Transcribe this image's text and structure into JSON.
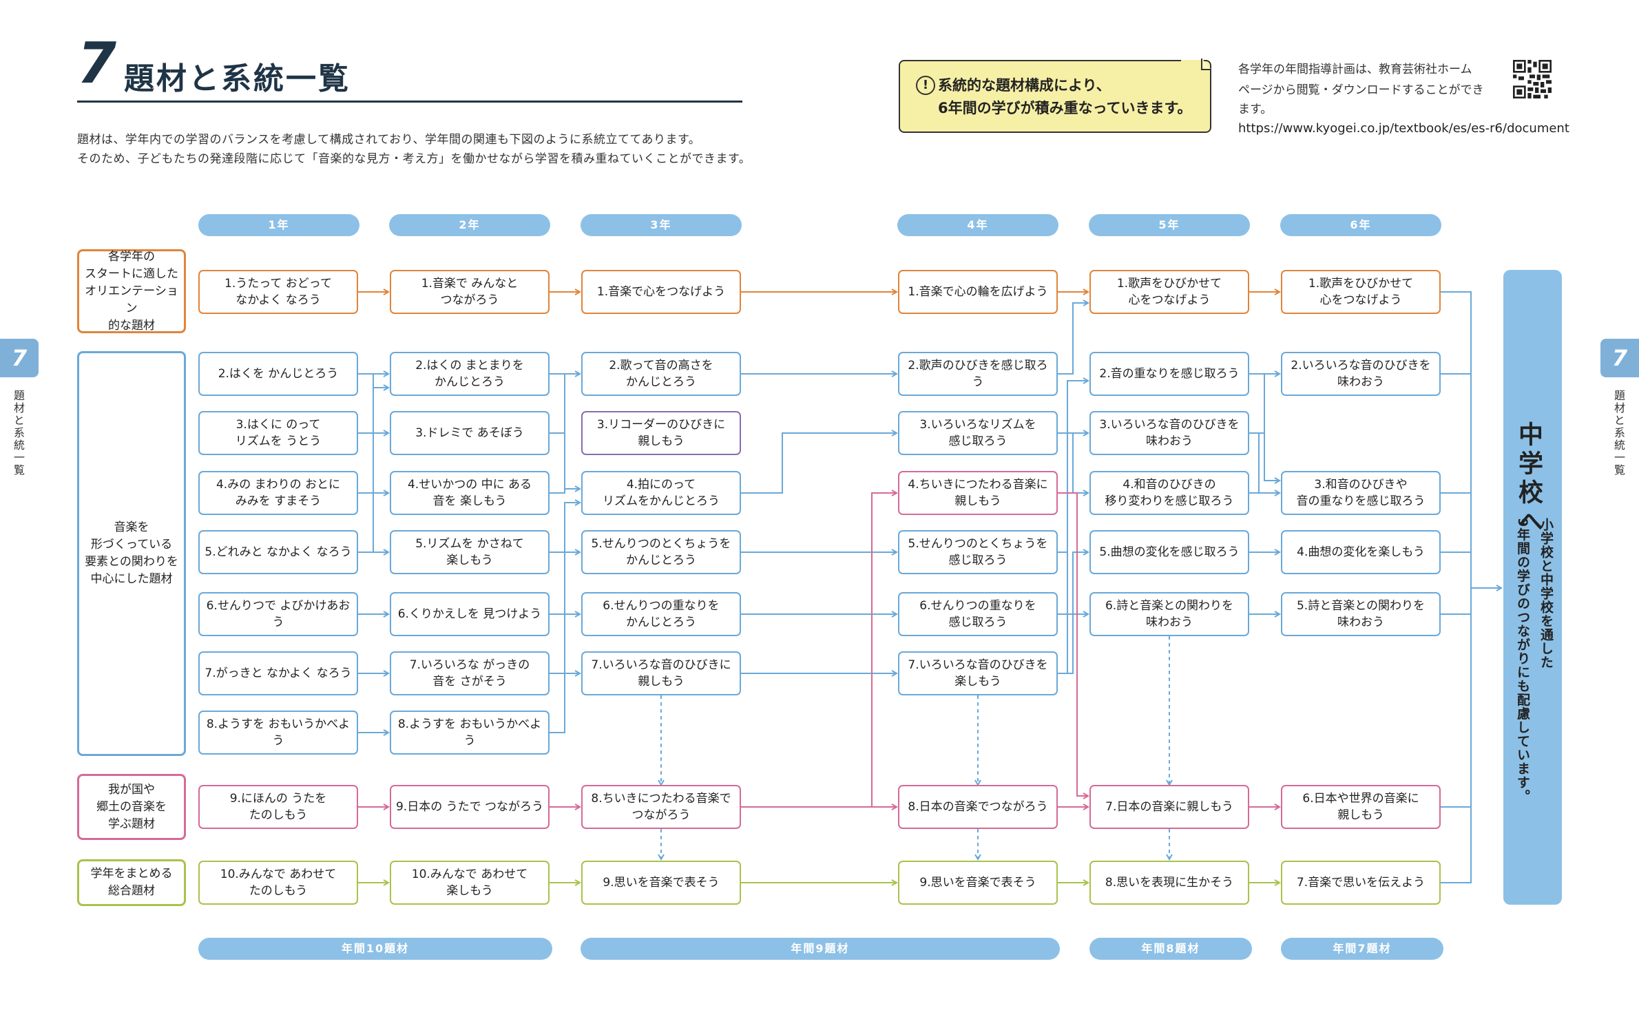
{
  "header": {
    "number": "7",
    "title": "題材と系統一覧",
    "intro": [
      "題材は、学年内での学習のバランスを考慮して構成されており、学年間の関連も下図のように系統立ててあります。",
      "そのため、子どもたちの発達段階に応じて「音楽的な見方・考え方」を働かせながら学習を積み重ねていくことができます。"
    ]
  },
  "note": {
    "icon": "!",
    "lines": [
      "系統的な題材構成により、",
      "6年間の学びが積み重なっていきます。"
    ]
  },
  "plan": {
    "lines": [
      "各学年の年間指導計画は、教育芸術社ホーム",
      "ページから閲覧・ダウンロードすることができ",
      "ます。"
    ],
    "url": "https://www.kyogei.co.jp/textbook/es/es-r6/document"
  },
  "side": {
    "number": "7",
    "label": "題材と系統一覧"
  },
  "grades": [
    "1年",
    "2年",
    "3年",
    "4年",
    "5年",
    "6年"
  ],
  "categories": [
    "各学年の\nスタートに適した\nオリエンテーション\n的な題材",
    "音楽を\n形づくっている\n要素との関わりを\n中心にした題材",
    "我が国や\n郷土の音楽を\n学ぶ題材",
    "学年をまとめる\n総合題材"
  ],
  "topics": {
    "g1": [
      "1.うたって おどって\nなかよく なろう",
      "2.はくを かんじとろう",
      "3.はくに のって\nリズムを うとう",
      "4.みの まわりの おとに\nみみを すまそう",
      "5.どれみと なかよく なろう",
      "6.せんりつで よびかけあおう",
      "7.がっきと なかよく なろう",
      "8.ようすを おもいうかべよう",
      "9.にほんの うたを\nたのしもう",
      "10.みんなで あわせて\nたのしもう"
    ],
    "g2": [
      "1.音楽で みんなと\nつながろう",
      "2.はくの まとまりを\nかんじとろう",
      "3.ドレミで あそぼう",
      "4.せいかつの 中に ある\n音を 楽しもう",
      "5.リズムを かさねて\n楽しもう",
      "6.くりかえしを 見つけよう",
      "7.いろいろな がっきの\n音を さがそう",
      "8.ようすを おもいうかべよう",
      "9.日本の うたで つながろう",
      "10.みんなで あわせて\n楽しもう"
    ],
    "g3": [
      "1.音楽で心をつなげよう",
      "2.歌って音の高さを\nかんじとろう",
      "3.リコーダーのひびきに\n親しもう",
      "4.拍にのって\nリズムをかんじとろう",
      "5.せんりつのとくちょうを\nかんじとろう",
      "6.せんりつの重なりを\nかんじとろう",
      "7.いろいろな音のひびきに\n親しもう",
      "8.ちいきにつたわる音楽で\nつながろう",
      "9.思いを音楽で表そう"
    ],
    "g4": [
      "1.音楽で心の輪を広げよう",
      "2.歌声のひびきを感じ取ろう",
      "3.いろいろなリズムを\n感じ取ろう",
      "4.ちいきにつたわる音楽に\n親しもう",
      "5.せんりつのとくちょうを\n感じ取ろう",
      "6.せんりつの重なりを\n感じ取ろう",
      "7.いろいろな音のひびきを\n楽しもう",
      "8.日本の音楽でつながろう",
      "9.思いを音楽で表そう"
    ],
    "g5": [
      "1.歌声をひびかせて\n心をつなげよう",
      "2.音の重なりを感じ取ろう",
      "3.いろいろな音のひびきを\n味わおう",
      "4.和音のひびきの\n移り変わりを感じ取ろう",
      "5.曲想の変化を感じ取ろう",
      "6.詩と音楽との関わりを\n味わおう",
      "7.日本の音楽に親しもう",
      "8.思いを表現に生かそう"
    ],
    "g6": [
      "1.歌声をひびかせて\n心をつなげよう",
      "2.いろいろな音のひびきを\n味わおう",
      "3.和音のひびきや\n音の重なりを感じ取ろう",
      "4.曲想の変化を楽しもう",
      "5.詩と音楽との関わりを\n味わおう",
      "6.日本や世界の音楽に\n親しもう",
      "7.音楽で思いを伝えよう"
    ]
  },
  "middle_school": {
    "title": "中学校へ",
    "subtitle": "小学校と中学校を通した\n9年間の学びのつながりにも配慮しています。"
  },
  "footer": [
    "年間10題材",
    "年間9題材",
    "年間8題材",
    "年間7題材"
  ],
  "colors": {
    "blue": "#6aa8d8",
    "orange": "#e0843a",
    "pink": "#d46a97",
    "green": "#a9c24c",
    "purple": "#8b6bb0",
    "pill": "#8dc0e6",
    "note": "#f6efa6",
    "ink": "#1f3446"
  }
}
